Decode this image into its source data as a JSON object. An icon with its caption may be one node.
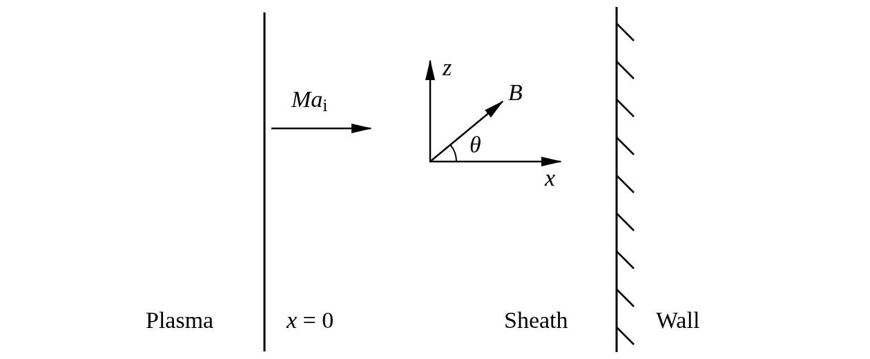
{
  "diagram": {
    "labels": [
      "*z*",
      "*Ma*$_{i}$",
      "*B*",
      "*θ*",
      "*x*",
      "Plasma",
      "*x* = 0",
      "Sheath",
      "Wall"
    ]
  }
}
